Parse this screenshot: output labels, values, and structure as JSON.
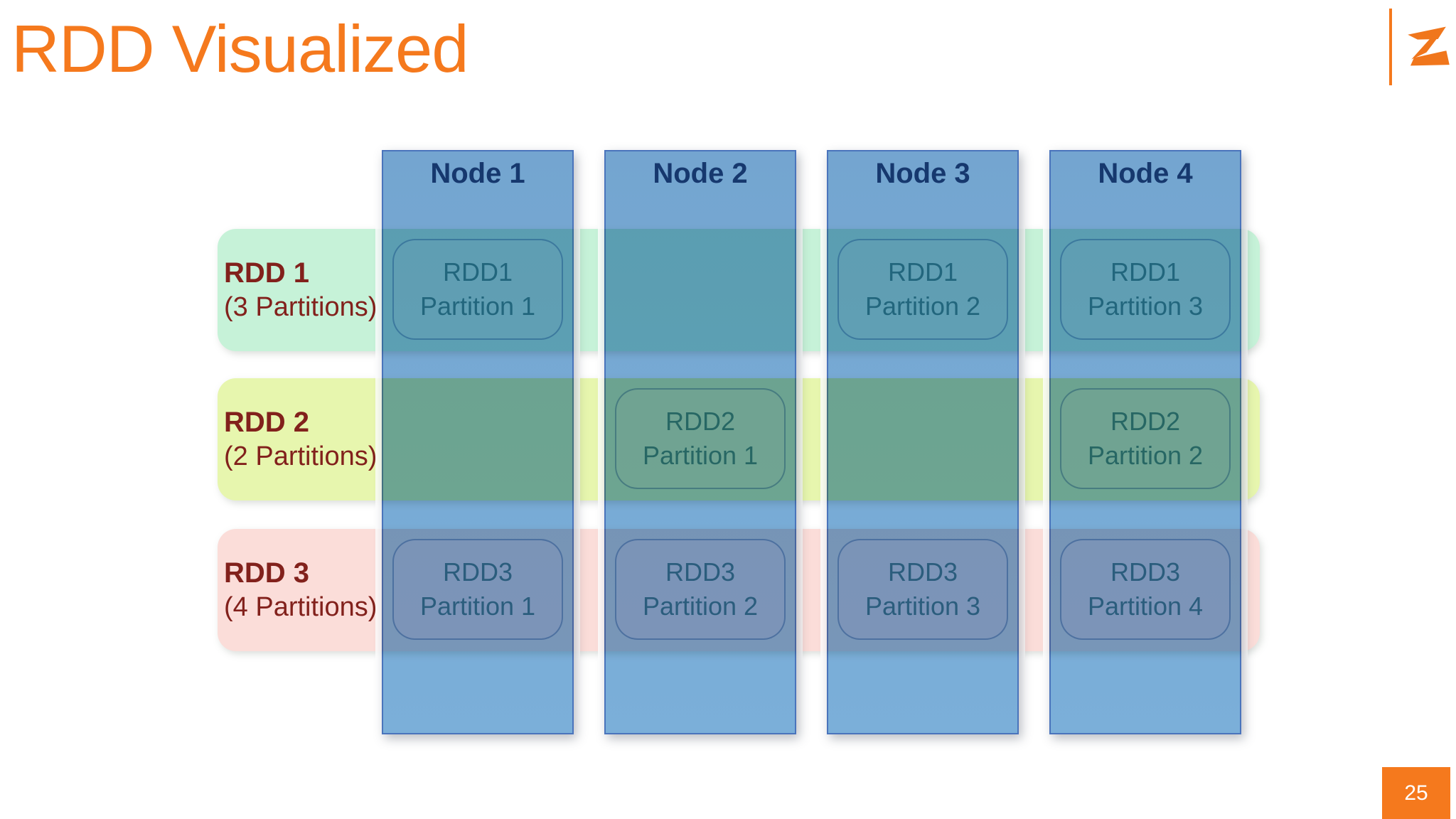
{
  "slide": {
    "title": "RDD Visualized",
    "page_number": "25"
  },
  "brand": {
    "logo_letter": "Z",
    "accent_color": "#F5791D"
  },
  "diagram": {
    "nodes": [
      {
        "label": "Node 1"
      },
      {
        "label": "Node 2"
      },
      {
        "label": "Node 3"
      },
      {
        "label": "Node 4"
      }
    ],
    "rdds": [
      {
        "name": "RDD 1",
        "partitions": "(3 Partitions)",
        "band_color": "#C6F2D8"
      },
      {
        "name": "RDD 2",
        "partitions": "(2 Partitions)",
        "band_color": "#E7F6AE"
      },
      {
        "name": "RDD 3",
        "partitions": "(4 Partitions)",
        "band_color": "#FBDDD9"
      }
    ],
    "placements": [
      {
        "node": "Node 1",
        "rdd": "RDD 1",
        "line1": "RDD1",
        "line2": "Partition 1"
      },
      {
        "node": "Node 3",
        "rdd": "RDD 1",
        "line1": "RDD1",
        "line2": "Partition 2"
      },
      {
        "node": "Node 4",
        "rdd": "RDD 1",
        "line1": "RDD1",
        "line2": "Partition 3"
      },
      {
        "node": "Node 2",
        "rdd": "RDD 2",
        "line1": "RDD2",
        "line2": "Partition 1"
      },
      {
        "node": "Node 4",
        "rdd": "RDD 2",
        "line1": "RDD2",
        "line2": "Partition 2"
      },
      {
        "node": "Node 1",
        "rdd": "RDD 3",
        "line1": "RDD3",
        "line2": "Partition 1"
      },
      {
        "node": "Node 2",
        "rdd": "RDD 3",
        "line1": "RDD3",
        "line2": "Partition 2"
      },
      {
        "node": "Node 3",
        "rdd": "RDD 3",
        "line1": "RDD3",
        "line2": "Partition 3"
      },
      {
        "node": "Node 4",
        "rdd": "RDD 3",
        "line1": "RDD3",
        "line2": "Partition 4"
      }
    ],
    "colors": {
      "node_fill": "#74A5D0",
      "node_border": "#4A74BC",
      "node_header_text": "#16386E",
      "partition_text": "#2B6B93",
      "rdd_label_text": "#82211C"
    }
  }
}
